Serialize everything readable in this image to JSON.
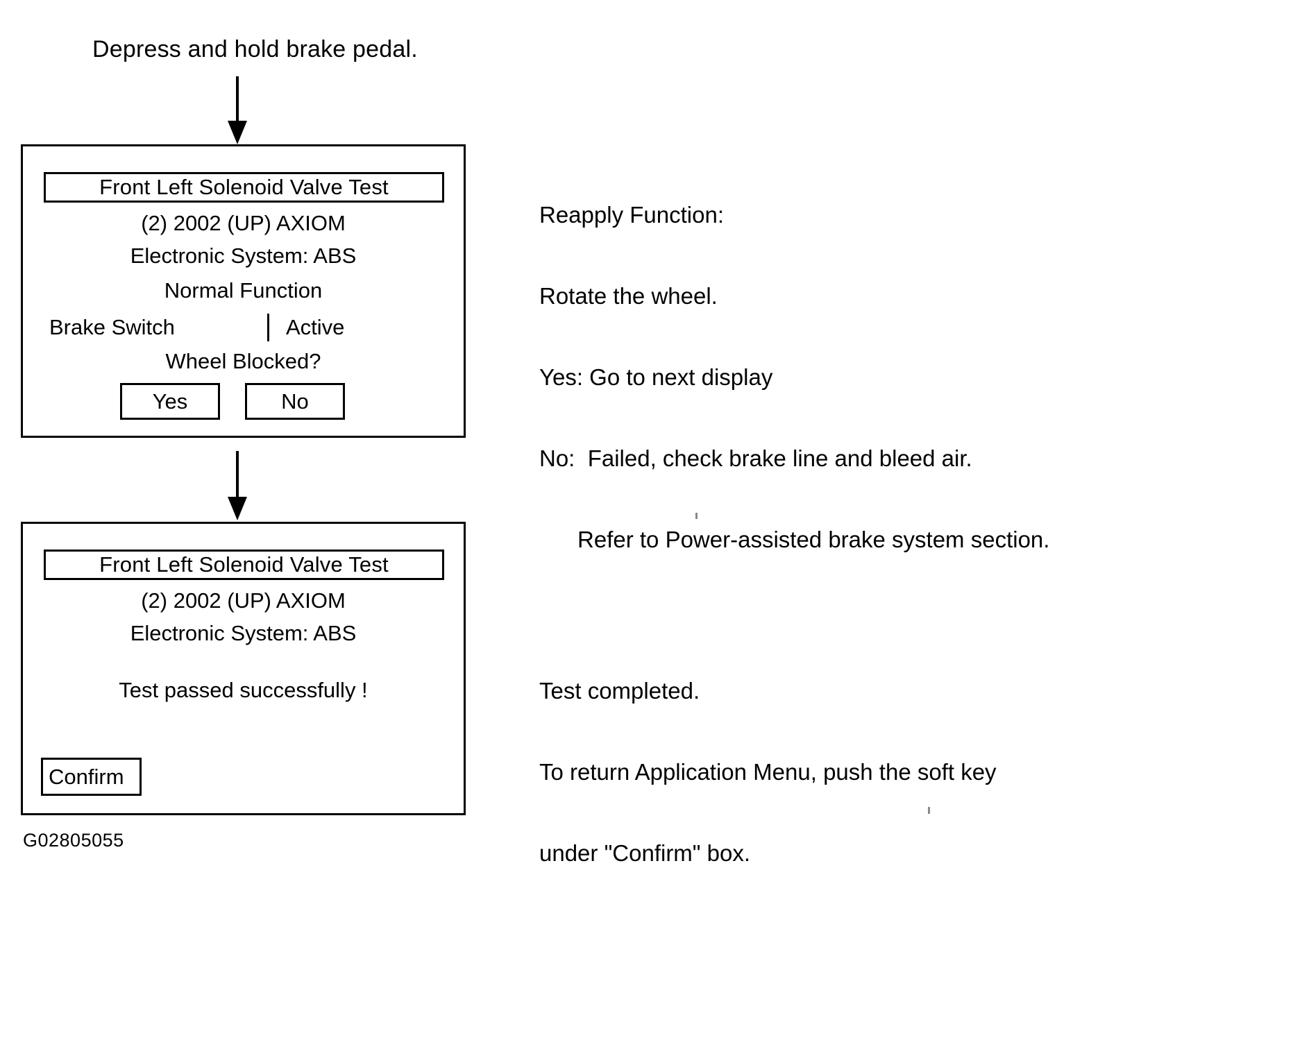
{
  "figure": {
    "id": "G02805055",
    "instruction": "Depress and hold brake pedal."
  },
  "screens": [
    {
      "key": "front-left-solenoid-valve-test-prompt",
      "title": "Front Left Solenoid Valve Test",
      "vehicle": "(2) 2002  (UP) AXIOM",
      "system": "Electronic System: ABS",
      "status": "Normal Function",
      "row": {
        "label": "Brake Switch",
        "separator": "|",
        "value": "Active"
      },
      "question": "Wheel Blocked?",
      "buttons": {
        "yes": "Yes",
        "no": "No"
      }
    },
    {
      "key": "front-left-solenoid-valve-test-result",
      "title": "Front Left Solenoid Valve Test",
      "vehicle": "(2) 2002  (UP) AXIOM",
      "system": "Electronic System: ABS",
      "result": "Test passed successfully !",
      "buttons": {
        "confirm": "Confirm"
      }
    }
  ],
  "notes": [
    {
      "key": "reapply-function-note",
      "lines": [
        "Reapply Function:",
        "Rotate the wheel.",
        "Yes: Go to next display",
        "No:  Failed, check brake line and bleed air.",
        "      Refer to Power-assisted brake system section."
      ]
    },
    {
      "key": "test-completed-note",
      "lines": [
        "Test completed.",
        "To return Application Menu, push the soft key",
        "under \"Confirm\" box."
      ]
    }
  ],
  "arrows": [
    {
      "key": "arrow-to-screen-1",
      "direction": "down"
    },
    {
      "key": "arrow-to-screen-2",
      "direction": "down"
    }
  ]
}
